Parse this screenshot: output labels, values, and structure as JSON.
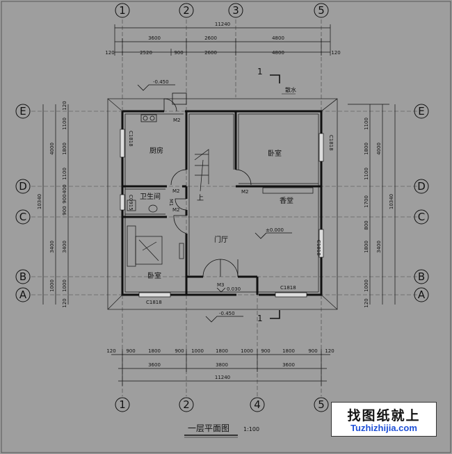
{
  "grid": {
    "columns": [
      "1",
      "2",
      "3",
      "5"
    ],
    "columns_bottom": [
      "1",
      "2",
      "4",
      "5"
    ],
    "rows": [
      "E",
      "D",
      "C",
      "B",
      "A"
    ]
  },
  "dims_top": {
    "overall": "11240",
    "row1": [
      "3600",
      "2600",
      "4800"
    ],
    "row2": [
      "120",
      "2520",
      "900",
      "2600",
      "4800",
      "120"
    ]
  },
  "dims_bottom": {
    "row1": [
      "120",
      "900",
      "1800",
      "900",
      "1000",
      "1800",
      "1000",
      "900",
      "1800",
      "900",
      "120"
    ],
    "row2": [
      "3600",
      "3800",
      "3600"
    ],
    "overall": "11240"
  },
  "dims_left": {
    "outer": "10340",
    "mid": [
      "4000",
      "3400",
      "1000"
    ],
    "inner": [
      "120",
      "1100",
      "1800",
      "1100",
      "400",
      "900",
      "900",
      "3400",
      "1000",
      "120"
    ]
  },
  "dims_right": {
    "outer": "10340",
    "mid": [
      "4000",
      "3400"
    ],
    "inner": [
      "1100",
      "1800",
      "1100",
      "1700",
      "800",
      "1800",
      "1000",
      "120"
    ]
  },
  "rooms": {
    "kitchen": "厨房",
    "bedroom_ne": "卧室",
    "bath": "卫生间",
    "shrine": "香堂",
    "hall": "门厅",
    "bedroom_sw": "卧室",
    "up": "上"
  },
  "doors": [
    "M2",
    "M2",
    "M1",
    "M2",
    "M2",
    "M3"
  ],
  "windows": [
    "C1818",
    "C1818",
    "C0915",
    "C1818",
    "C1818",
    "C1818"
  ],
  "elevations": [
    "-0.450",
    "±0.000",
    "0.030",
    "-0.450"
  ],
  "section_marks": [
    "1",
    "1"
  ],
  "note_scatter": "散水",
  "title": "一层平面图",
  "scale": "1:100",
  "watermark": {
    "cn": "找图纸就上",
    "url": "Tuzhizhijia.com"
  }
}
